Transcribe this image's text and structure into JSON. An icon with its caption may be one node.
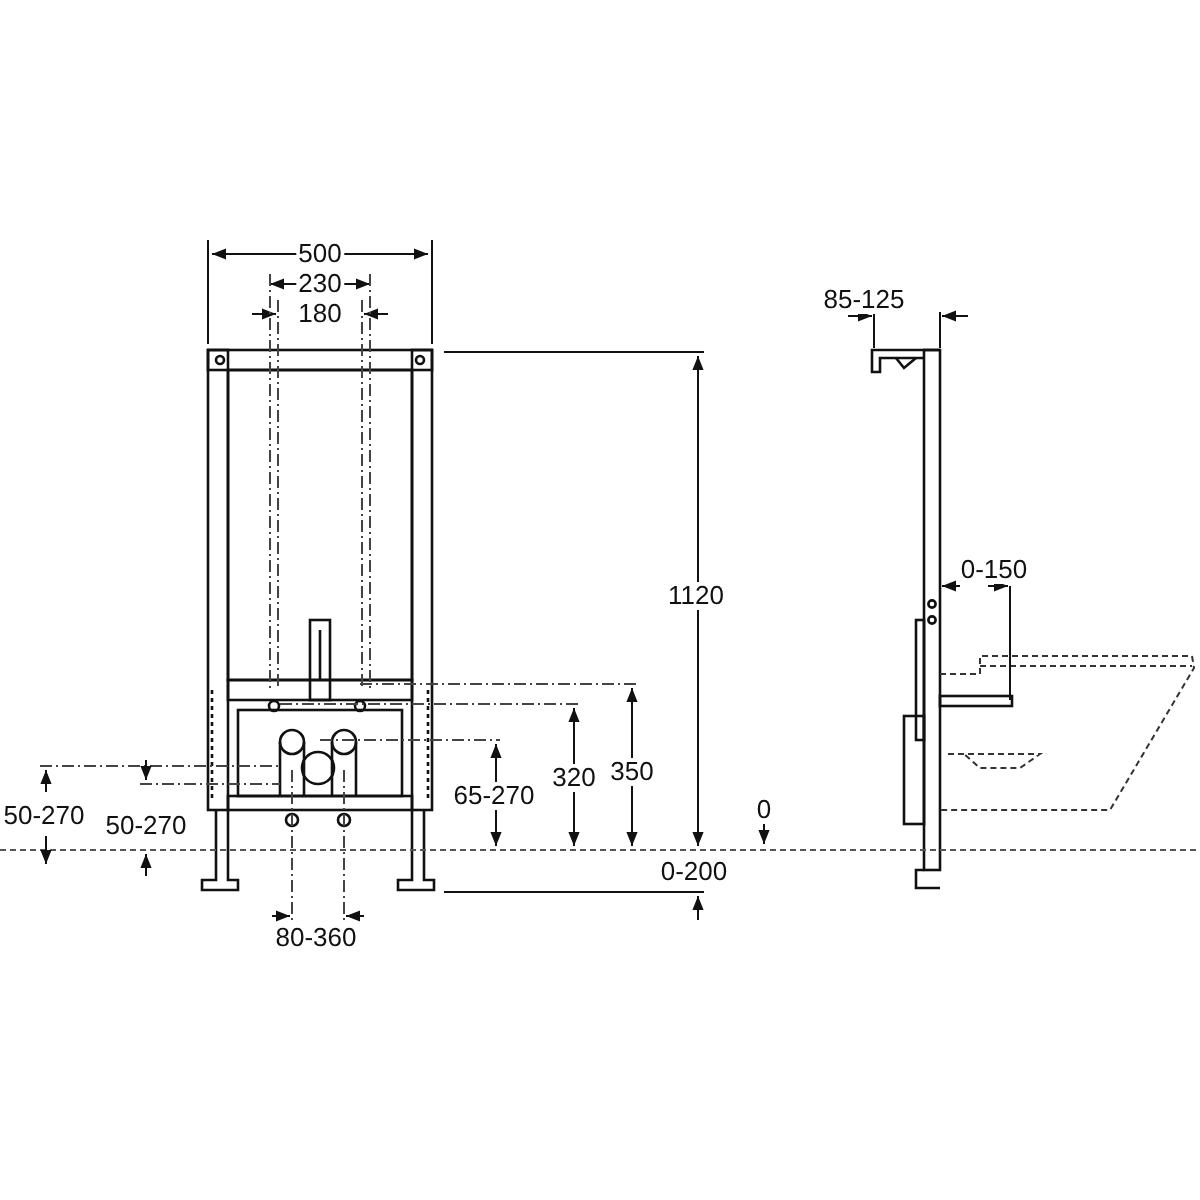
{
  "diagram": {
    "labels": [
      "500",
      "230",
      "180",
      "85-125",
      "1120",
      "0-150",
      "65-270",
      "320",
      "350",
      "0",
      "50-270",
      "50-270",
      "0-200",
      "80-360"
    ]
  }
}
